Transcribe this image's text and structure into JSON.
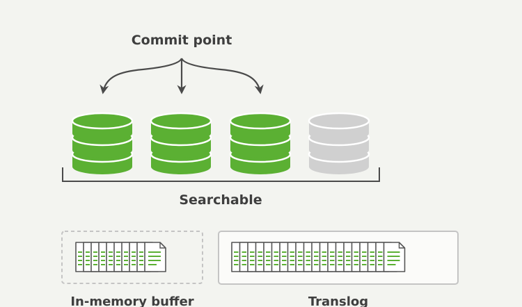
{
  "diagram": {
    "commit_point_label": "Commit point",
    "searchable_label": "Searchable",
    "buffer_label": "In-memory buffer",
    "translog_label": "Translog",
    "segments": [
      {
        "state": "committed",
        "color": "#5bb033"
      },
      {
        "state": "committed",
        "color": "#5bb033"
      },
      {
        "state": "committed",
        "color": "#5bb033"
      },
      {
        "state": "uncommitted",
        "color": "#d0d0d0"
      }
    ],
    "buffer_doc_count": 10,
    "translog_doc_count": 20,
    "colors": {
      "text": "#3e3e3e",
      "line": "#4a4a4a",
      "green": "#5bb033",
      "gray_segment": "#d0d0d0",
      "background": "#f3f4f0",
      "doc_border": "#555555",
      "box_border": "#c4c4c4"
    }
  }
}
